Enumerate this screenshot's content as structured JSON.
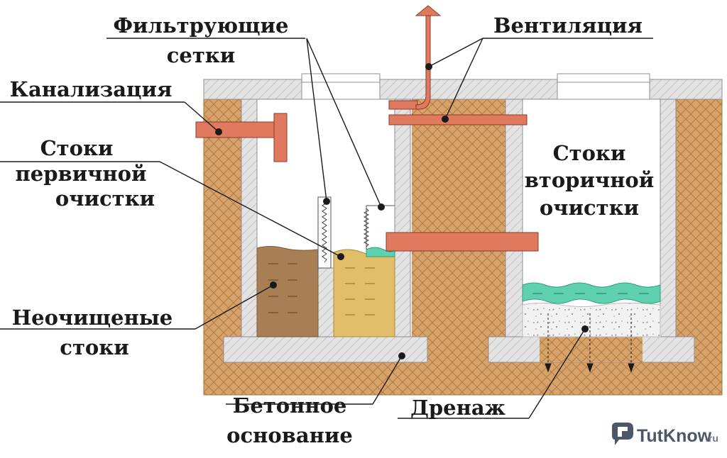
{
  "labels": {
    "filter_nets_line1": "Фильтрующие",
    "filter_nets_line2": "сетки",
    "ventilation": "Вентиляция",
    "sewer": "Канализация",
    "primary_line1": "Стоки",
    "primary_line2": "первичной",
    "primary_line3": "очистки",
    "secondary_line1": "Стоки",
    "secondary_line2": "вторичной",
    "secondary_line3": "очистки",
    "untreated_line1": "Неочищеные",
    "untreated_line2": "стоки",
    "concrete_line1": "Бетонное",
    "concrete_line2": "основание",
    "drainage": "Дренаж"
  },
  "watermark": {
    "brand": "TutKnow",
    "suffix": ".ru"
  },
  "colors": {
    "soil": "#d7a36a",
    "soil_hatch": "#b07c44",
    "concrete": "#e3e3e3",
    "concrete_stroke": "#8f8f8f",
    "pipe": "#e07a5f",
    "pipe_stroke": "#8e3b28",
    "untreated": "#a87f55",
    "primary": "#e1bf6a",
    "secondary_water": "#5fd0b0",
    "gravel": "#f2f2f2",
    "label": "#1a1a1a"
  }
}
